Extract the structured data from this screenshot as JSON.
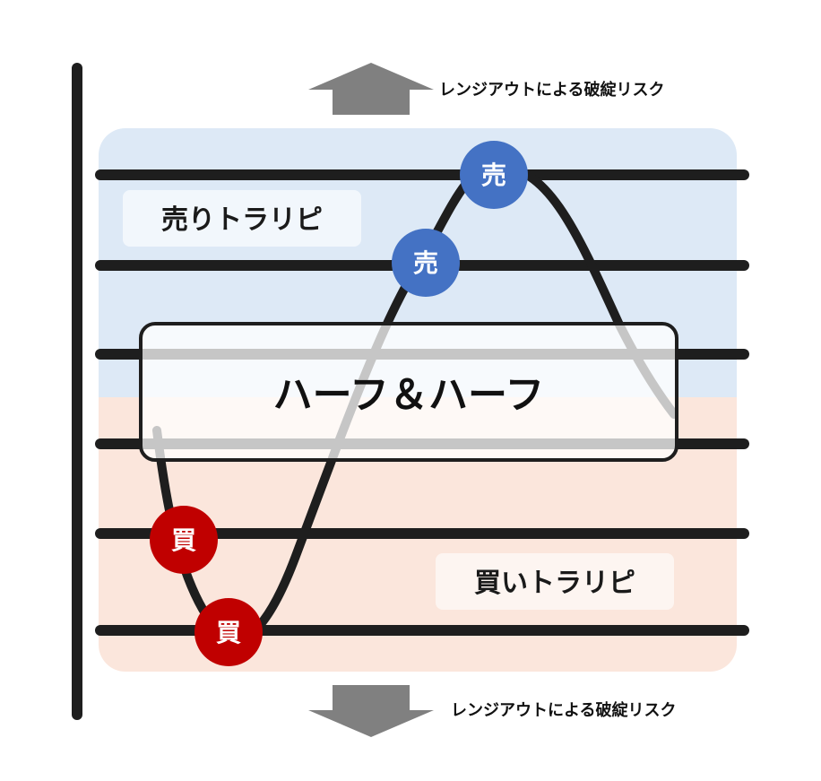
{
  "risk_top": "レンジアウトによる破綻リスク",
  "risk_bottom": "レンジアウトによる破綻リスク",
  "sell_zone": {
    "label": "売りトラリピ",
    "color": "#dde9f6"
  },
  "buy_zone": {
    "label": "買いトラリピ",
    "color": "#fbe6dc"
  },
  "center": {
    "label": "ハーフ＆ハーフ"
  },
  "markers": {
    "sell_label": "売",
    "buy_label": "買",
    "sell_color": "#4472c4",
    "buy_color": "#c00000"
  },
  "colors": {
    "arrow": "#808080",
    "line": "#1e1e1e"
  }
}
